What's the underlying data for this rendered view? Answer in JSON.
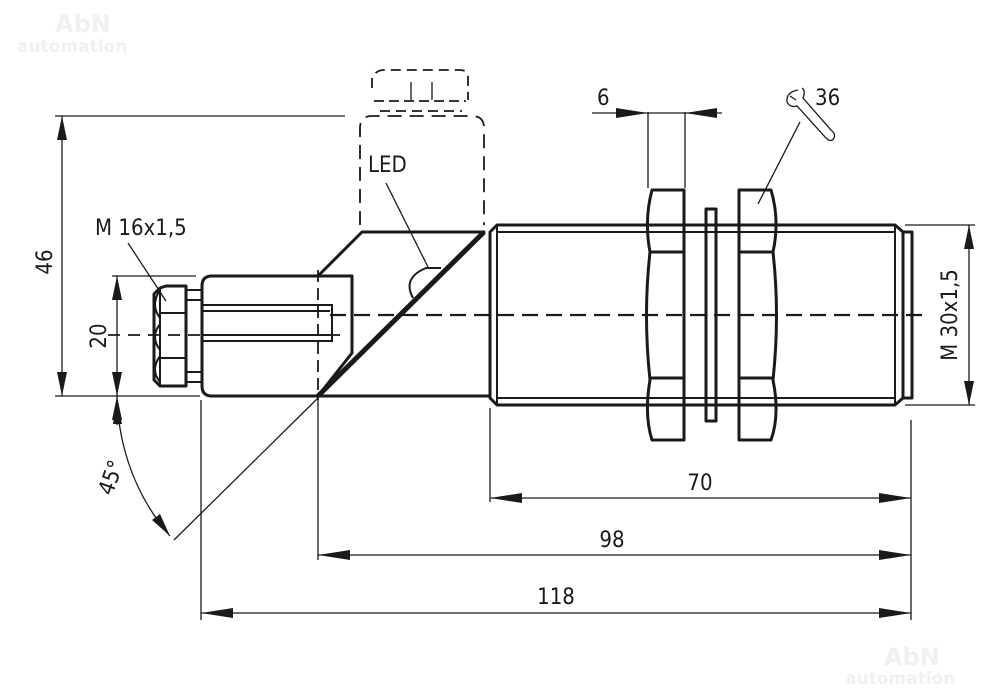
{
  "watermark": {
    "top_left": {
      "line1": "AbN",
      "line2": "automation"
    },
    "bottom_right": {
      "line1": "AbN",
      "line2": "automation"
    }
  },
  "drawing": {
    "title": "Sensor dimensional drawing",
    "units": "mm",
    "labels": {
      "led": "LED",
      "connector_thread": "M 16x1,5",
      "body_thread": "M 30x1,5",
      "wrench_size": "36",
      "nut_width": "6",
      "height_total": "46",
      "connector_height": "20",
      "angle": "45°",
      "thread_length": "70",
      "body_length": "98",
      "overall_length": "118"
    },
    "icons": {
      "wrench": "wrench-icon"
    },
    "colors": {
      "line": "#1a1a1a",
      "background": "#ffffff",
      "watermark": "#f0f0f0"
    }
  }
}
